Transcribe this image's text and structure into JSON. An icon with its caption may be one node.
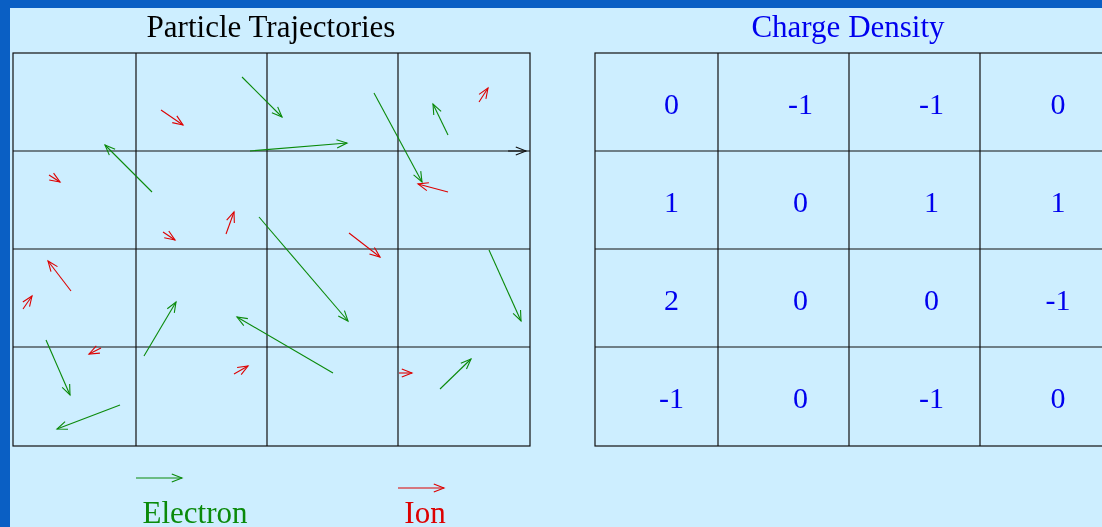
{
  "diagram": {
    "labels": [
      "Particle Trajectories",
      "Charge Density",
      "0",
      "-1",
      "-1",
      "0",
      "1",
      "0",
      "1",
      "1",
      "2",
      "0",
      "0",
      "-1",
      "-1",
      "0",
      "-1",
      "0"
    ],
    "legend": [
      {
        "text": "Electron"
      },
      {
        "text": "Ion"
      }
    ]
  }
}
